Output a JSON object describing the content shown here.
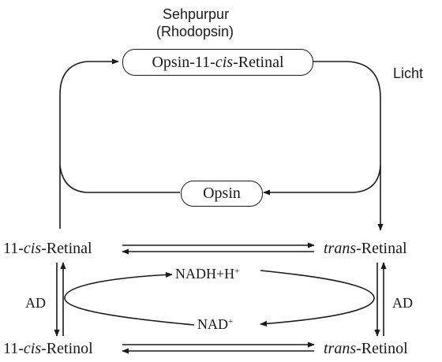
{
  "title_line1": "Sehpurpur",
  "title_line2": "(Rhodopsin)",
  "light_label": "Licht",
  "rhodopsin_box": {
    "prefix": "Opsin-11-",
    "italic": "cis",
    "suffix": "-Retinal"
  },
  "opsin_box": "Opsin",
  "cis_retinal": {
    "prefix": "11-",
    "italic": "cis",
    "suffix": "-Retinal"
  },
  "trans_retinal": {
    "italic": "trans",
    "suffix": "-Retinal"
  },
  "cis_retinol": {
    "prefix": "11-",
    "italic": "cis",
    "suffix": "-Retinol"
  },
  "trans_retinol": {
    "italic": "trans",
    "suffix": "-Retinol"
  },
  "nadh": {
    "base": "NADH+H",
    "sup": "+"
  },
  "nad": {
    "base": "NAD",
    "sup": "+"
  },
  "enzyme_left": "AD",
  "enzyme_right": "AD",
  "colors": {
    "ink": "#1a1a1a",
    "background": "#ffffff"
  }
}
